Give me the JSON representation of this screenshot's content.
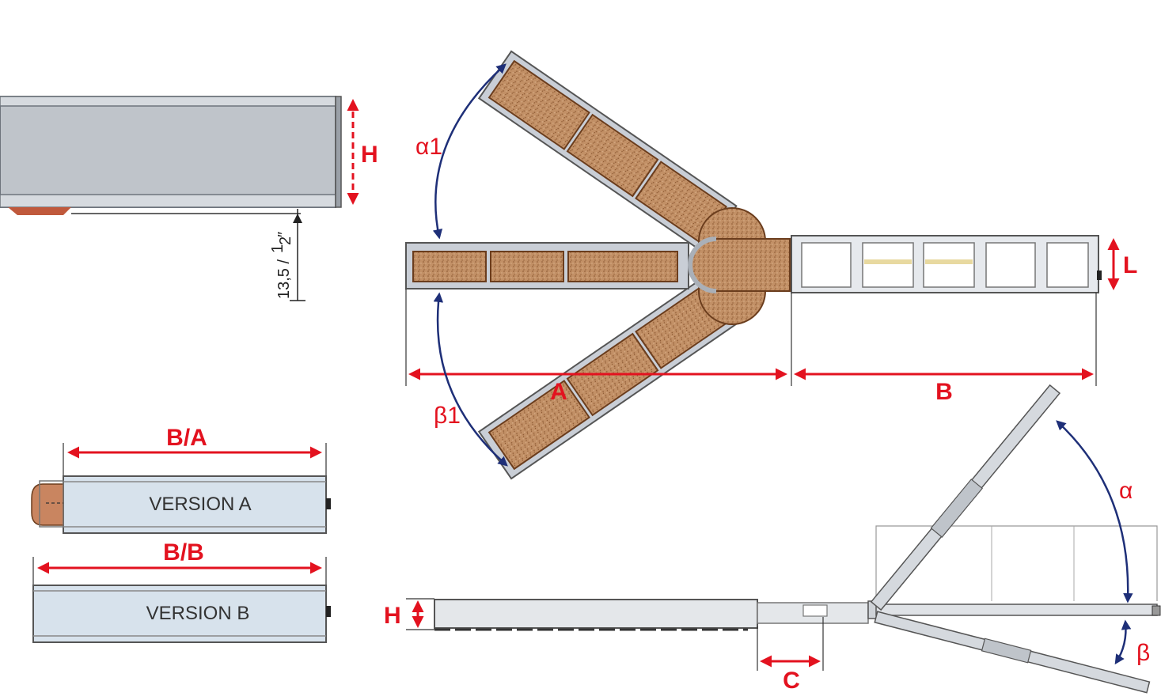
{
  "labels": {
    "h_top": "H",
    "h_bottom": "H",
    "l": "L",
    "a": "A",
    "b": "B",
    "c": "C",
    "ba": "B/A",
    "bb": "B/B",
    "alpha1": "α1",
    "beta1": "β1",
    "alpha": "α",
    "beta": "β",
    "version_a": "VERSION A",
    "version_b": "VERSION B",
    "clearance_main": "13,5 /",
    "clearance_num": "1",
    "clearance_den": "2",
    "clearance_inch": "″"
  },
  "colors": {
    "dimension": "#e3121f",
    "angle": "#1e2f78",
    "frame": "#c9ced6",
    "frame_dark": "#7d838c",
    "cork": "#b98a5f",
    "cork_dark": "#7a4a24",
    "panel": "#d7e2ec"
  }
}
